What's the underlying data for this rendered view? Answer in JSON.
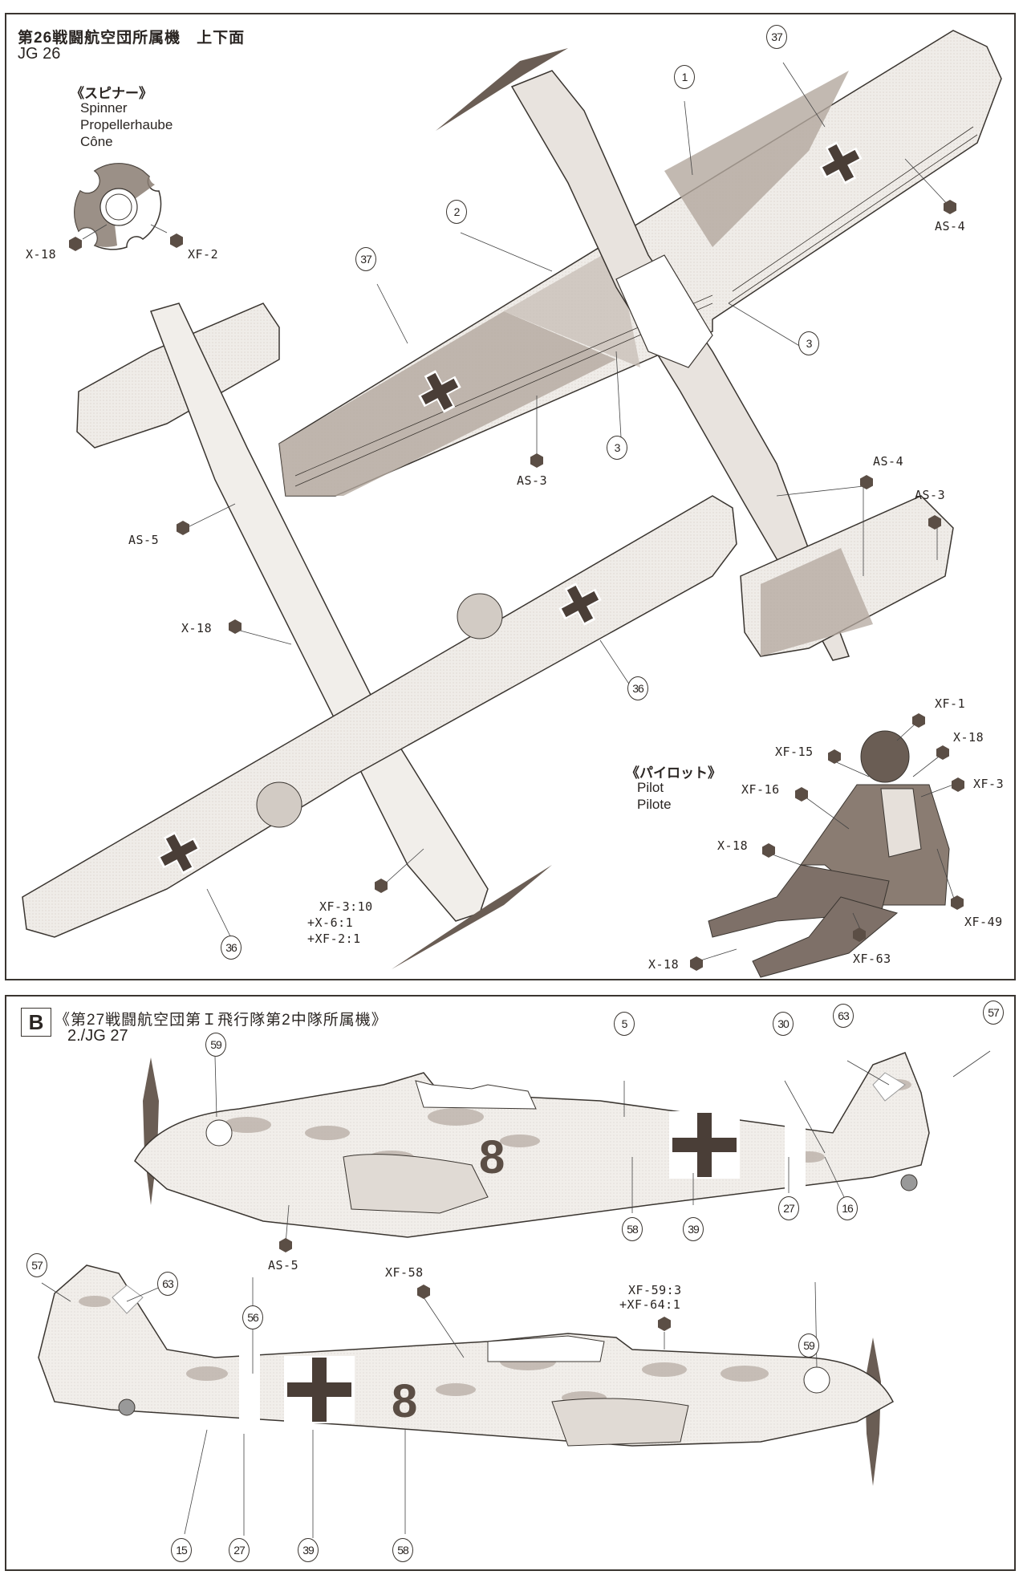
{
  "panel_a": {
    "title_jp": "第26戦闘航空団所属機　上下面",
    "title_en": "JG 26",
    "spinner": {
      "label_jp": "《スピナー》",
      "label_en": "Spinner",
      "label_de": "Propellerhaube",
      "label_fr": "Cône",
      "paint_left": "X-18",
      "paint_right": "XF-2"
    },
    "upper_view": {
      "callouts": [
        "37",
        "1",
        "2",
        "37",
        "3",
        "3"
      ],
      "paints": [
        "AS-4",
        "AS-3",
        "AS-4",
        "AS-3"
      ]
    },
    "lower_view": {
      "paints": [
        "AS-5",
        "X-18"
      ],
      "callouts": [
        "36",
        "36"
      ],
      "mix": [
        "XF-3:10",
        "+X-6:1",
        "+XF-2:1"
      ]
    },
    "pilot": {
      "label_jp": "《パイロット》",
      "label_en": "Pilot",
      "label_fr": "Pilote",
      "paints": [
        "XF-1",
        "X-18",
        "XF-15",
        "XF-3",
        "XF-16",
        "X-18",
        "XF-49",
        "XF-63",
        "X-18"
      ]
    }
  },
  "panel_b": {
    "badge": "B",
    "title_jp": "《第27戦闘航空団第Ｉ飛行隊第2中隊所属機》",
    "title_en": "2./JG 27",
    "side_right": {
      "callouts": [
        "59",
        "5",
        "30",
        "63",
        "57",
        "58",
        "39",
        "27",
        "16"
      ],
      "paints": [
        "AS-5"
      ],
      "fuselage_code": "8"
    },
    "side_left": {
      "callouts": [
        "57",
        "63",
        "56",
        "59",
        "15",
        "27",
        "39",
        "58"
      ],
      "paints": [
        "XF-58"
      ],
      "mix": [
        "XF-59:3",
        "+XF-64:1"
      ],
      "fuselage_code": "8"
    }
  },
  "colors": {
    "ink": "#2a2522",
    "dark_brown": "#5b4e45",
    "mid_gray": "#b7aca4",
    "light_gray": "#dcd6d0",
    "off_white": "#f1eeea"
  }
}
